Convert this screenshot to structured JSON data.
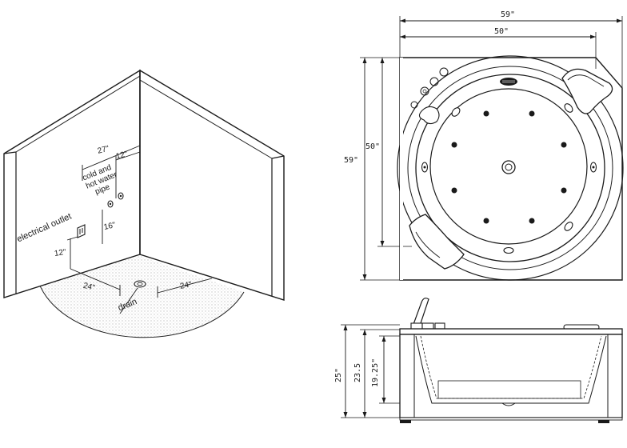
{
  "room": {
    "electrical_outlet": "electrical outlet",
    "cold_and": "cold and",
    "hot_water": "hot water",
    "pipe": "pipe",
    "drain": "drain",
    "dim_27": "27\"",
    "dim_12_top": "12\"",
    "dim_16": "16\"",
    "dim_12_left": "12\"",
    "dim_24_left": "24\"",
    "dim_24_right": "24\""
  },
  "top_view": {
    "width_outer": "59\"",
    "width_inner": "50\"",
    "height_outer": "59\"",
    "height_inner": "50\""
  },
  "side_view": {
    "height_total": "25\"",
    "height_235": "23.5",
    "height_1925": "19.25\""
  },
  "colors": {
    "line": "#1a1a1a",
    "floor_texture": "#d9d9d9",
    "background": "#ffffff"
  }
}
